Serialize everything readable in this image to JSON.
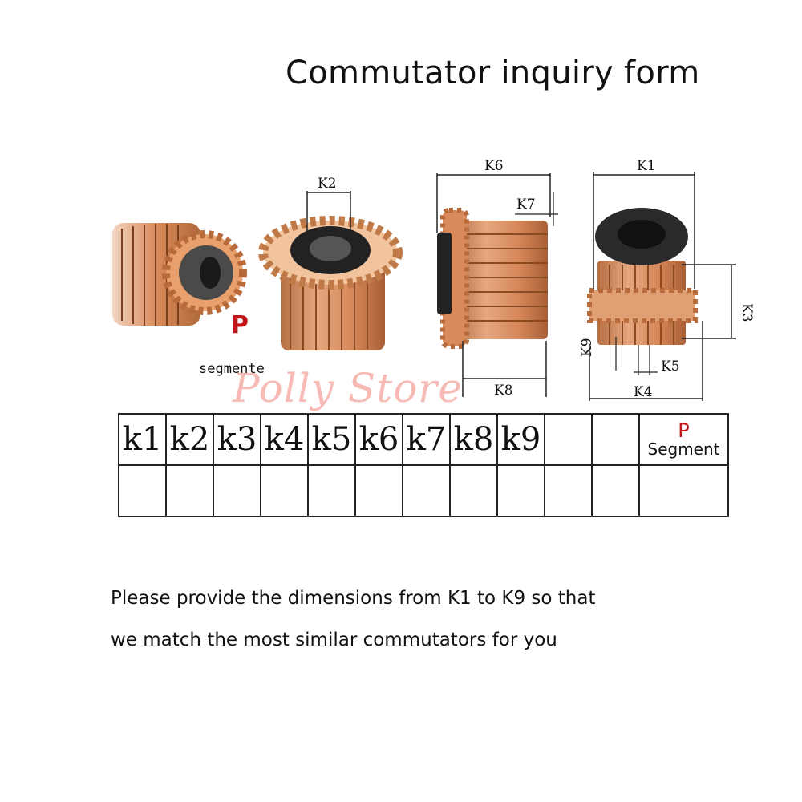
{
  "title": "Commutator inquiry form",
  "watermark": "Polly Store",
  "figures": {
    "labels": {
      "k1": "K1",
      "k2": "K2",
      "k3": "K3",
      "k4": "K4",
      "k5": "K5",
      "k6": "K6",
      "k7": "K7",
      "k8": "K8",
      "k9": "K9"
    },
    "p_label": "P",
    "segment_label": "segmente"
  },
  "table": {
    "headers": [
      "k1",
      "k2",
      "k3",
      "k4",
      "k5",
      "k6",
      "k7",
      "k8",
      "k9",
      "",
      ""
    ],
    "p_header": "P",
    "segment_header": "Segment"
  },
  "notes": [
    "Please provide the dimensions from K1 to K9 so that",
    "we match the most similar commutators for you"
  ],
  "colors": {
    "copper": "#d98a5a",
    "copper_dark": "#9a5530",
    "accent_red": "#c2141a",
    "insulator": "#2a2a2a"
  }
}
